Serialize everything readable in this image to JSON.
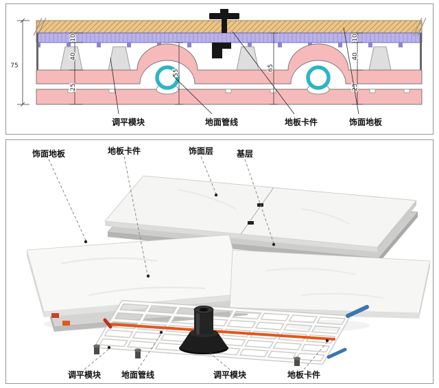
{
  "cross_section": {
    "labels": [
      {
        "text": "调平模块"
      },
      {
        "text": "地面管线"
      },
      {
        "text": "地板卡件"
      },
      {
        "text": "饰面地板"
      }
    ],
    "dims": {
      "total": "75",
      "d10": "10",
      "d40": "40",
      "d25": "25",
      "d55": "55",
      "d65": "65"
    }
  },
  "exploded_view": {
    "top_labels": [
      {
        "text": "饰面地板"
      },
      {
        "text": "地板卡件"
      },
      {
        "text": "饰面层"
      },
      {
        "text": "基层"
      }
    ],
    "bottom_labels": [
      {
        "text": "调平模块"
      },
      {
        "text": "地面管线"
      },
      {
        "text": "调平模块"
      },
      {
        "text": "地板卡件"
      }
    ]
  },
  "colors": {
    "wood_finish": "#eac68e",
    "underlay_purple": "#b9b3e9",
    "cushion_pink": "#f7babb",
    "pipe_teal": "#2ab5c6",
    "clip_black": "#161616",
    "pipe_orange": "#e2571b",
    "pipe_blue": "#3a76b0"
  }
}
